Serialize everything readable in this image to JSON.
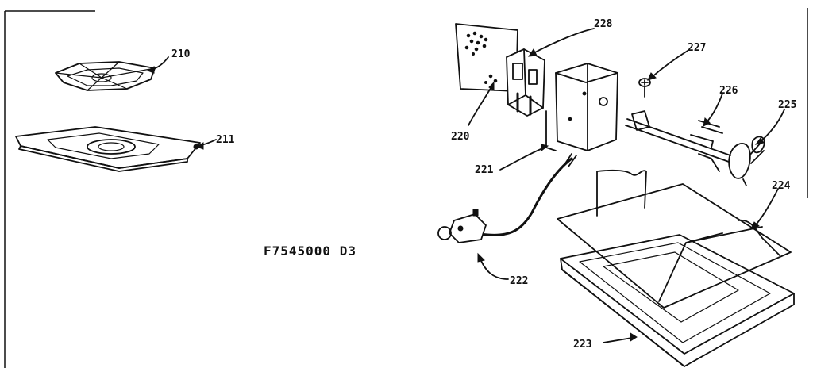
{
  "diagram": {
    "model_code": "F7545000 D3",
    "parts": [
      {
        "id": "p210",
        "label": "210"
      },
      {
        "id": "p211",
        "label": "211"
      },
      {
        "id": "p220",
        "label": "220"
      },
      {
        "id": "p221",
        "label": "221"
      },
      {
        "id": "p222",
        "label": "222"
      },
      {
        "id": "p223",
        "label": "223"
      },
      {
        "id": "p224",
        "label": "224"
      },
      {
        "id": "p225",
        "label": "225"
      },
      {
        "id": "p226",
        "label": "226"
      },
      {
        "id": "p227",
        "label": "227"
      },
      {
        "id": "p228",
        "label": "228"
      }
    ]
  }
}
